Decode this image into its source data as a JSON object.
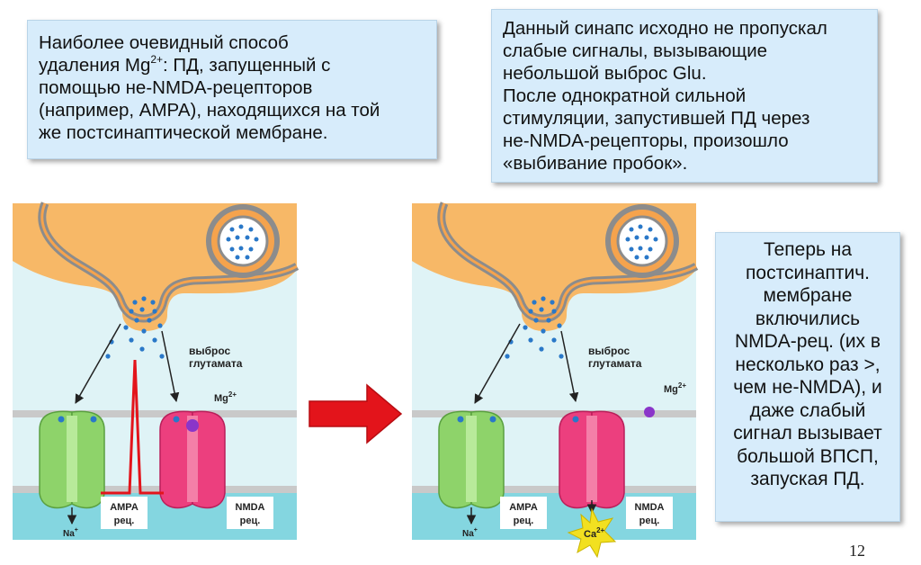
{
  "left_text": {
    "line1": "Наиболее очевидный способ",
    "line2_prefix": "удаления Mg",
    "line2_sup": "2+",
    "line2_suffix": ": ПД, запущенный с",
    "line3": "помощью не-NMDA-рецепторов",
    "line4": "(например, АМРА), находящихся на той",
    "line5": "же постсинаптической мембране."
  },
  "top_right_text": {
    "lines": [
      "Данный синапс исходно не пропускал",
      "слабые сигналы, вызывающие",
      "небольшой выброс Glu.",
      "После однократной сильной",
      "стимуляции, запустившей ПД через",
      "не-NMDA-рецепторы, произошло",
      "«выбивание пробок»."
    ]
  },
  "right_text": {
    "lines": [
      "Теперь на",
      "постсинаптич.",
      "мембране",
      "включились",
      "NMDA-рец. (их в",
      "несколько раз >,",
      "чем не-NMDA), и",
      "даже слабый",
      "сигнал вызывает",
      "большой ВПСП,",
      "запуская ПД."
    ]
  },
  "left_diagram": {
    "release_label_1": "выброс",
    "release_label_2": "глутамата",
    "mg_label": "Mg",
    "mg_sup": "2+",
    "ampa_label_1": "AMPA",
    "ampa_label_2": "рец.",
    "nmda_label_1": "NMDA",
    "nmda_label_2": "рец.",
    "na_label": "Na",
    "na_sup": "+"
  },
  "right_diagram": {
    "release_label_1": "выброс",
    "release_label_2": "глутамата",
    "mg_label": "Mg",
    "mg_sup": "2+",
    "ampa_label_1": "AMPA",
    "ampa_label_2": "рец.",
    "nmda_label_1": "NMDA",
    "nmda_label_2": "рец.",
    "na_label": "Na",
    "na_sup": "+",
    "ca_label": "Ca",
    "ca_sup": "2+"
  },
  "page_number": "12",
  "colors": {
    "presynaptic": "#f7b867",
    "membrane": "#8c8c8c",
    "cleft": "#dff3f6",
    "postsynaptic": "#84d6e0",
    "ampa": "#8ed36a",
    "nmda": "#ec3f7e",
    "glutamate": "#2a78c8",
    "mg_ion": "#8a35c9",
    "arrow": "#e3141b",
    "ca_star": "#f2e020",
    "textbox": "#d7ecfb"
  }
}
